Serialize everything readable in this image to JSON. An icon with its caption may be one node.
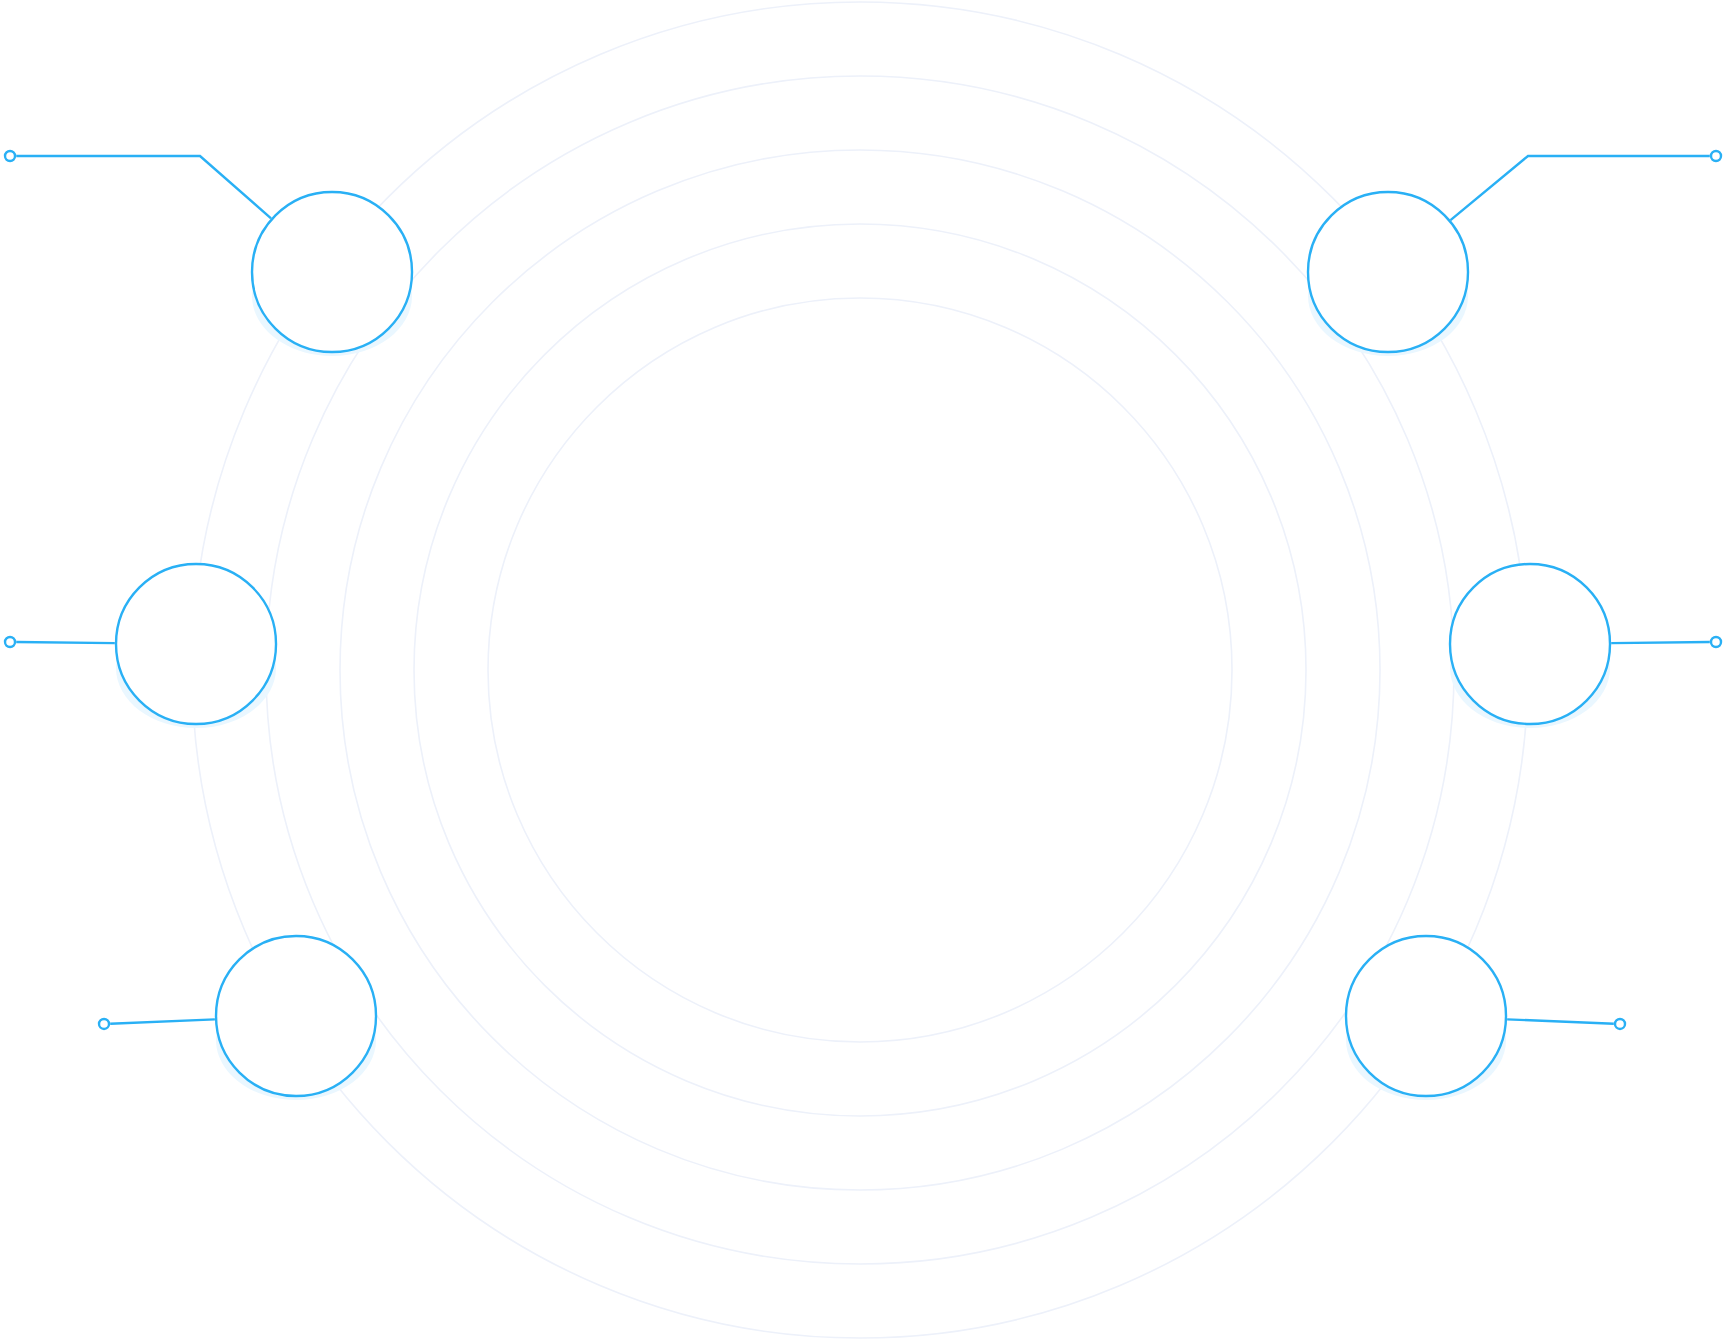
{
  "diagram": {
    "nodes": [
      {
        "text": [],
        "shape": "circle"
      },
      {
        "text": [],
        "shape": "circle"
      },
      {
        "text": [],
        "shape": "circle"
      },
      {
        "text": [],
        "shape": "circle"
      },
      {
        "text": [],
        "shape": "circle"
      },
      {
        "text": [],
        "shape": "circle"
      },
      {
        "text": [],
        "shape": "circle"
      },
      {
        "text": [],
        "shape": "circle"
      },
      {
        "text": [],
        "shape": "circle"
      },
      {
        "text": [],
        "shape": "circle"
      },
      {
        "text": [],
        "shape": "circle"
      },
      {
        "text": [],
        "shape": "circle"
      }
    ],
    "edges": [
      {
        "from": 6,
        "to": 0,
        "arrow": "none"
      },
      {
        "from": 7,
        "to": 1,
        "arrow": "none"
      },
      {
        "from": 8,
        "to": 2,
        "arrow": "none"
      },
      {
        "from": 9,
        "to": 3,
        "arrow": "none"
      },
      {
        "from": 10,
        "to": 4,
        "arrow": "none"
      },
      {
        "from": 11,
        "to": 5,
        "arrow": "none"
      }
    ]
  }
}
